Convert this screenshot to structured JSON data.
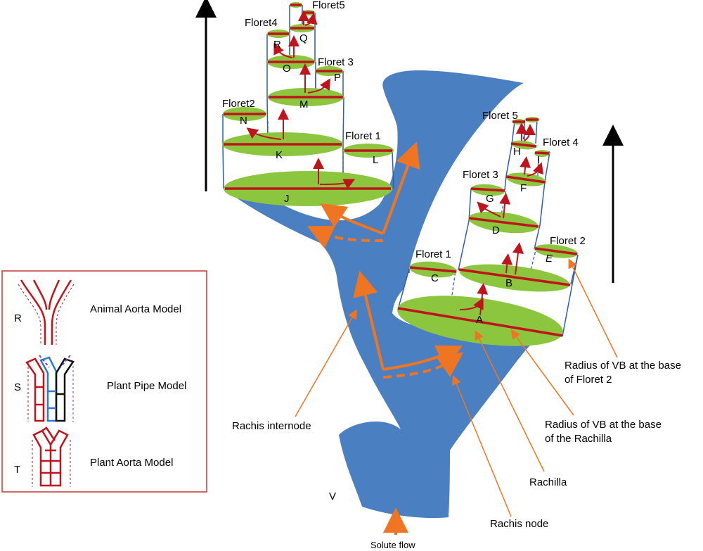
{
  "labels": {
    "J": "J",
    "K": "K",
    "L": "L",
    "M": "M",
    "N": "N",
    "O": "O",
    "P": "P",
    "Q": "Q",
    "R": "R",
    "A": "A",
    "B": "B",
    "C": "C",
    "D": "D",
    "E": "E",
    "F": "F",
    "G": "G",
    "H": "H",
    "I": "I",
    "V": "V"
  },
  "florets_left": {
    "f1": "Floret 1",
    "f2": "Floret2",
    "f3": "Floret 3",
    "f4": "Floret4",
    "f5": "Floret5"
  },
  "florets_right": {
    "f1": "Floret 1",
    "f2": "Floret 2",
    "f3": "Floret 3",
    "f4": "Floret 4",
    "f5": "Floret 5"
  },
  "annotations": {
    "radius_floret2_line1": "Radius of VB at the base",
    "radius_floret2_line2": "of Floret 2",
    "radius_rachilla_line1": "Radius of VB at  the base",
    "radius_rachilla_line2": "of the Rachilla",
    "rachis_internode": "Rachis internode",
    "rachilla": "Rachilla",
    "rachis_node": "Rachis node",
    "solute_flow": "Solute flow"
  },
  "legend": {
    "R_letter": "R",
    "R_text": "Animal Aorta Model",
    "S_letter": "S",
    "S_text": "Plant   Pipe Model",
    "T_letter": "T",
    "T_text": "Plant  Aorta Model"
  },
  "colors": {
    "stem_blue": "#4a7fc1",
    "disc_green": "#8cc63f",
    "flow_red": "#c0141c",
    "arrow_orange": "#f07522",
    "frame_red": "#c0393b"
  }
}
